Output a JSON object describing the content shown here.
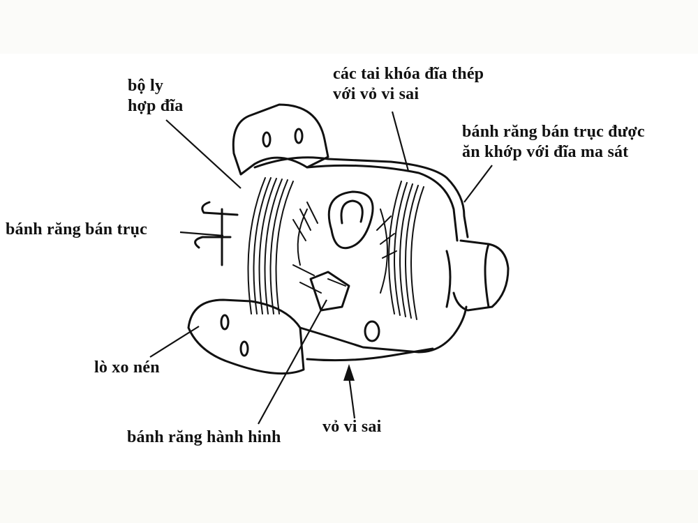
{
  "diagram": {
    "subject": "limited-slip differential cutaway",
    "background": "#ffffff",
    "line_color": "#111111",
    "labels": [
      {
        "id": "clutch-pack",
        "lines": [
          "bộ ly",
          "hợp đĩa"
        ]
      },
      {
        "id": "lock-tabs",
        "lines": [
          "các tai khóa đĩa thép",
          "với vỏ vi sai"
        ]
      },
      {
        "id": "side-gear-friction",
        "lines": [
          "bánh răng bán trục được",
          "ăn khớp với đĩa ma sát"
        ]
      },
      {
        "id": "side-gear",
        "lines": [
          "bánh răng bán trục"
        ]
      },
      {
        "id": "spring",
        "lines": [
          "lò xo nén"
        ]
      },
      {
        "id": "pinion-gear",
        "lines": [
          "bánh răng hành hinh"
        ]
      },
      {
        "id": "diff-case",
        "lines": [
          "vỏ vi sai"
        ]
      }
    ]
  }
}
